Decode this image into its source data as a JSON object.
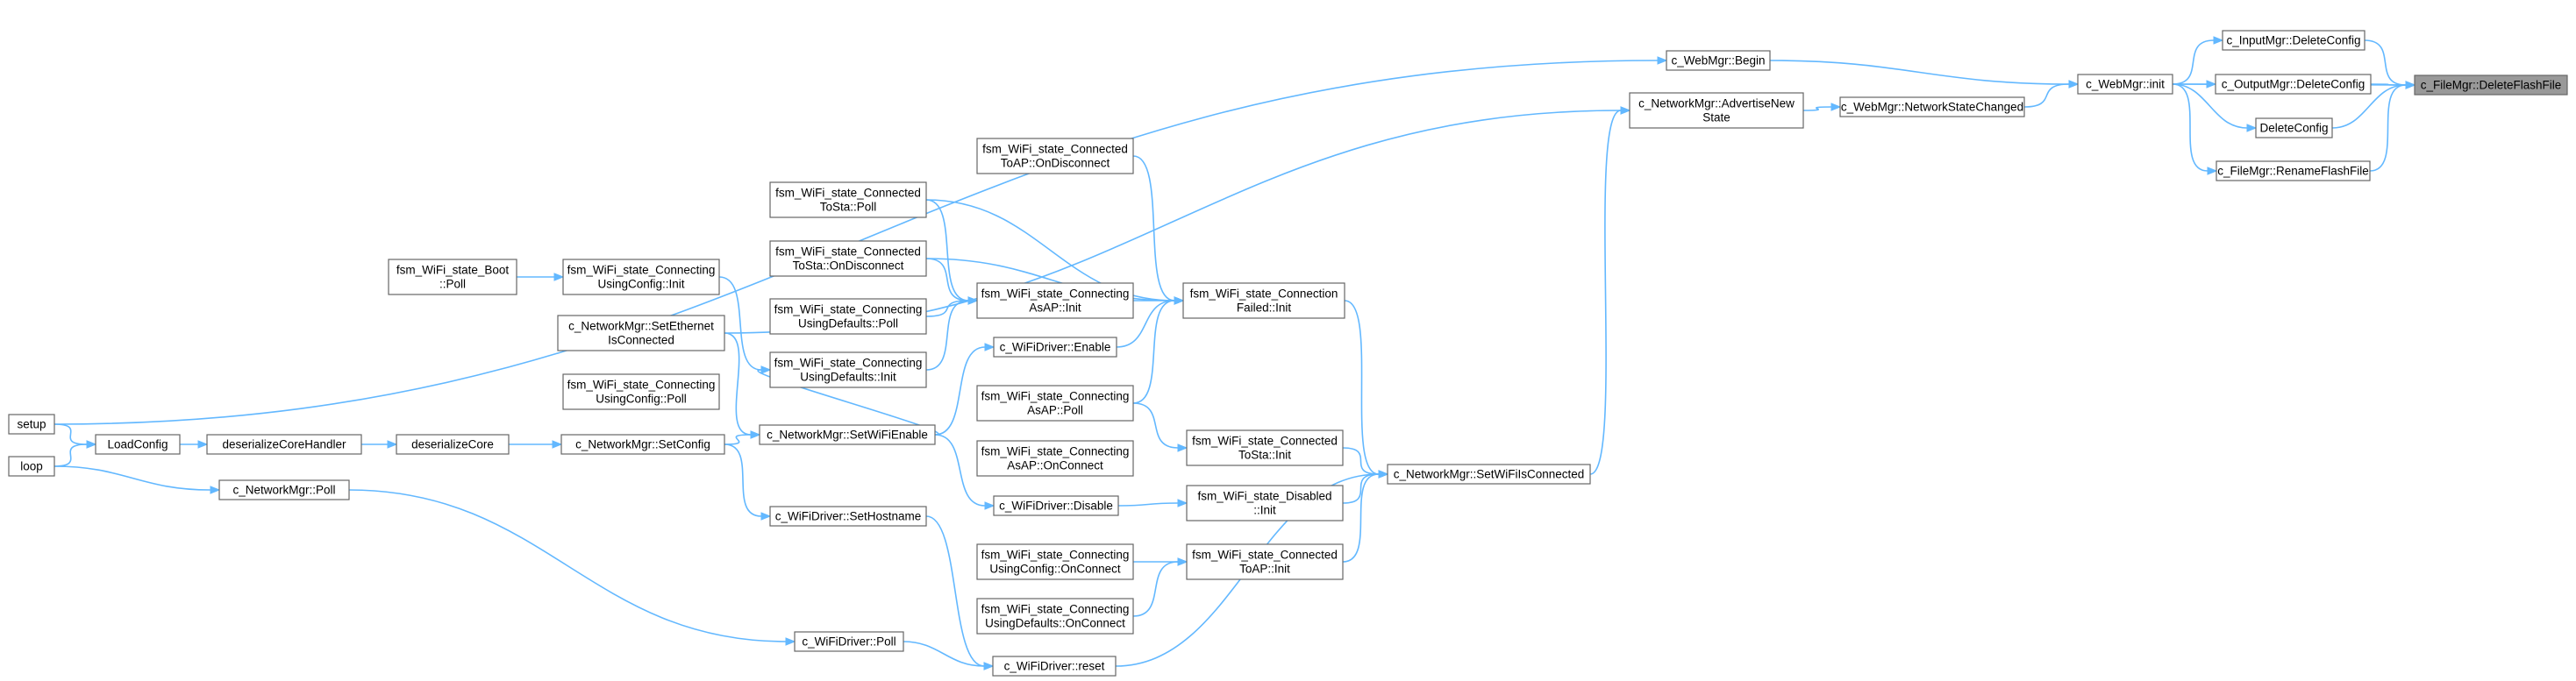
{
  "root": "c_FileMgr::DeleteFlashFile",
  "colors": {
    "edge": "#63b8ff",
    "node_border": "#666666",
    "node_fill": "#ffffff",
    "root_fill": "#999999"
  },
  "nodes": {
    "deleteflashfile": [
      "c_FileMgr::DeleteFlashFile"
    ],
    "inputmgr_deleteconfig": [
      "c_InputMgr::DeleteConfig"
    ],
    "outputmgr_deleteconfig": [
      "c_OutputMgr::DeleteConfig"
    ],
    "deleteconfig": [
      "DeleteConfig"
    ],
    "renameflashfile": [
      "c_FileMgr::RenameFlashFile"
    ],
    "webmgr_init": [
      "c_WebMgr::init"
    ],
    "webmgr_begin": [
      "c_WebMgr::Begin"
    ],
    "webmgr_networkstatechanged": [
      "c_WebMgr::NetworkStateChanged"
    ],
    "networkmgr_advertisenewstate": [
      "c_NetworkMgr::AdvertiseNew",
      "State"
    ],
    "networkmgr_setwifiisconnected": [
      "c_NetworkMgr::SetWiFiIsConnected"
    ],
    "connectionfailed_init": [
      "fsm_WiFi_state_Connection",
      "Failed::Init"
    ],
    "connectedtosta_init": [
      "fsm_WiFi_state_Connected",
      "ToSta::Init"
    ],
    "disabled_init": [
      "fsm_WiFi_state_Disabled",
      "::Init"
    ],
    "connectedtoap_init": [
      "fsm_WiFi_state_Connected",
      "ToAP::Init"
    ],
    "wifidriver_reset": [
      "c_WiFiDriver::reset"
    ],
    "connectedtoap_ondisconnect": [
      "fsm_WiFi_state_Connected",
      "ToAP::OnDisconnect"
    ],
    "connectingasap_init": [
      "fsm_WiFi_state_Connecting",
      "AsAP::Init"
    ],
    "wifidriver_enable": [
      "c_WiFiDriver::Enable"
    ],
    "connectingasap_poll": [
      "fsm_WiFi_state_Connecting",
      "AsAP::Poll"
    ],
    "connectingasap_onconnect": [
      "fsm_WiFi_state_Connecting",
      "AsAP::OnConnect"
    ],
    "wifidriver_disable": [
      "c_WiFiDriver::Disable"
    ],
    "usingconfig_onconnect": [
      "fsm_WiFi_state_Connecting",
      "UsingConfig::OnConnect"
    ],
    "usingdefaults_onconnect": [
      "fsm_WiFi_state_Connecting",
      "UsingDefaults::OnConnect"
    ],
    "connectedtosta_poll": [
      "fsm_WiFi_state_Connected",
      "ToSta::Poll"
    ],
    "connectedtosta_ondisconnect": [
      "fsm_WiFi_state_Connected",
      "ToSta::OnDisconnect"
    ],
    "usingdefaults_poll": [
      "fsm_WiFi_state_Connecting",
      "UsingDefaults::Poll"
    ],
    "usingdefaults_init": [
      "fsm_WiFi_state_Connecting",
      "UsingDefaults::Init"
    ],
    "networkmgr_setwifienable": [
      "c_NetworkMgr::SetWiFiEnable"
    ],
    "wifidriver_sethostname": [
      "c_WiFiDriver::SetHostname"
    ],
    "wifidriver_poll": [
      "c_WiFiDriver::Poll"
    ],
    "usingconfig_init": [
      "fsm_WiFi_state_Connecting",
      "UsingConfig::Init"
    ],
    "networkmgr_setethernetisconnected": [
      "c_NetworkMgr::SetEthernet",
      "IsConnected"
    ],
    "usingconfig_poll": [
      "fsm_WiFi_state_Connecting",
      "UsingConfig::Poll"
    ],
    "networkmgr_setconfig": [
      "c_NetworkMgr::SetConfig"
    ],
    "boot_poll": [
      "fsm_WiFi_state_Boot",
      "::Poll"
    ],
    "deserializecore": [
      "deserializeCore"
    ],
    "deserializecorehandler": [
      "deserializeCoreHandler"
    ],
    "loadconfig": [
      "LoadConfig"
    ],
    "networkmgr_poll": [
      "c_NetworkMgr::Poll"
    ],
    "setup": [
      "setup"
    ],
    "loop": [
      "loop"
    ]
  },
  "edges": [
    [
      "inputmgr_deleteconfig",
      "deleteflashfile"
    ],
    [
      "outputmgr_deleteconfig",
      "deleteflashfile"
    ],
    [
      "deleteconfig",
      "deleteflashfile"
    ],
    [
      "renameflashfile",
      "deleteflashfile"
    ],
    [
      "webmgr_init",
      "deleteflashfile"
    ],
    [
      "webmgr_init",
      "inputmgr_deleteconfig"
    ],
    [
      "webmgr_init",
      "outputmgr_deleteconfig"
    ],
    [
      "webmgr_init",
      "deleteconfig"
    ],
    [
      "webmgr_init",
      "renameflashfile"
    ],
    [
      "webmgr_begin",
      "webmgr_init"
    ],
    [
      "webmgr_networkstatechanged",
      "webmgr_init"
    ],
    [
      "networkmgr_advertisenewstate",
      "webmgr_networkstatechanged"
    ],
    [
      "setup",
      "webmgr_begin"
    ],
    [
      "networkmgr_setethernetisconnected",
      "networkmgr_advertisenewstate"
    ],
    [
      "networkmgr_setwifiisconnected",
      "networkmgr_advertisenewstate"
    ],
    [
      "connectionfailed_init",
      "networkmgr_setwifiisconnected"
    ],
    [
      "connectedtosta_init",
      "networkmgr_setwifiisconnected"
    ],
    [
      "disabled_init",
      "networkmgr_setwifiisconnected"
    ],
    [
      "connectedtoap_init",
      "networkmgr_setwifiisconnected"
    ],
    [
      "wifidriver_reset",
      "networkmgr_setwifiisconnected"
    ],
    [
      "connectedtoap_ondisconnect",
      "connectionfailed_init"
    ],
    [
      "connectedtosta_poll",
      "connectionfailed_init"
    ],
    [
      "connectedtosta_ondisconnect",
      "connectionfailed_init"
    ],
    [
      "connectingasap_init",
      "connectionfailed_init"
    ],
    [
      "wifidriver_enable",
      "connectionfailed_init"
    ],
    [
      "connectingasap_poll",
      "connectionfailed_init"
    ],
    [
      "connectedtosta_poll",
      "connectingasap_init"
    ],
    [
      "connectedtosta_ondisconnect",
      "connectingasap_init"
    ],
    [
      "usingdefaults_poll",
      "connectingasap_init"
    ],
    [
      "usingdefaults_init",
      "connectingasap_init"
    ],
    [
      "networkmgr_setwifienable",
      "wifidriver_enable"
    ],
    [
      "connectingasap_poll",
      "connectedtosta_init"
    ],
    [
      "wifidriver_disable",
      "disabled_init"
    ],
    [
      "usingconfig_onconnect",
      "connectedtoap_init"
    ],
    [
      "usingdefaults_onconnect",
      "connectedtoap_init"
    ],
    [
      "wifidriver_sethostname",
      "wifidriver_reset"
    ],
    [
      "wifidriver_poll",
      "wifidriver_reset"
    ],
    [
      "networkmgr_setwifienable",
      "wifidriver_disable"
    ],
    [
      "usingconfig_init",
      "usingdefaults_init"
    ],
    [
      "networkmgr_setwifienable",
      "usingdefaults_init"
    ],
    [
      "boot_poll",
      "usingconfig_init"
    ],
    [
      "networkmgr_setethernetisconnected",
      "networkmgr_setwifienable"
    ],
    [
      "networkmgr_setconfig",
      "networkmgr_setwifienable"
    ],
    [
      "networkmgr_setconfig",
      "wifidriver_sethostname"
    ],
    [
      "deserializecore",
      "networkmgr_setconfig"
    ],
    [
      "deserializecorehandler",
      "deserializecore"
    ],
    [
      "loadconfig",
      "deserializecorehandler"
    ],
    [
      "setup",
      "loadconfig"
    ],
    [
      "loop",
      "loadconfig"
    ],
    [
      "loop",
      "networkmgr_poll"
    ],
    [
      "networkmgr_poll",
      "wifidriver_poll"
    ]
  ]
}
